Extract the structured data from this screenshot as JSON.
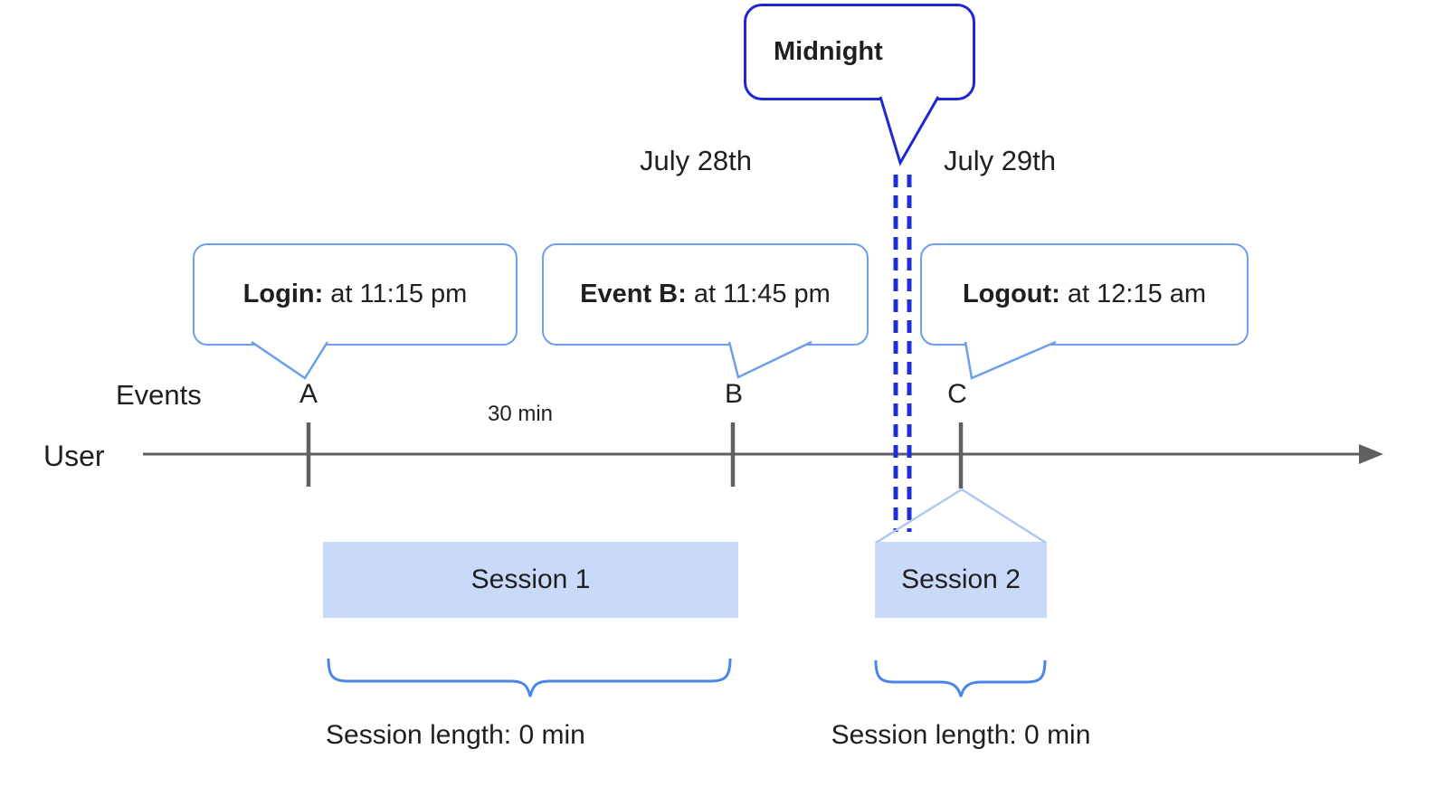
{
  "colors": {
    "callout_border": "#6d9eeb",
    "midnight_border": "#1d27d3",
    "midnight_dash": "#1d2fd3",
    "session_fill": "#c9daf8",
    "brace": "#4a86e8",
    "connector": "#aec6f2",
    "axis": "#606060",
    "text": "#1f1f1f"
  },
  "dates": {
    "before_midnight": "July 28th",
    "after_midnight": "July 29th"
  },
  "callouts": {
    "midnight": {
      "label": "Midnight"
    },
    "login": {
      "title": "Login:",
      "time": " at 11:15 pm"
    },
    "event_b": {
      "title": "Event B:",
      "time": " at 11:45 pm"
    },
    "logout": {
      "title": "Logout:",
      "time": " at 12:15 am"
    }
  },
  "timeline": {
    "row_label": "User",
    "markers_label": "Events",
    "markers": [
      "A",
      "B",
      "C"
    ],
    "interval_label": "30 min"
  },
  "sessions": [
    {
      "label": "Session 1",
      "length_label": "Session length: 0 min"
    },
    {
      "label": "Session 2",
      "length_label": "Session length: 0 min"
    }
  ]
}
